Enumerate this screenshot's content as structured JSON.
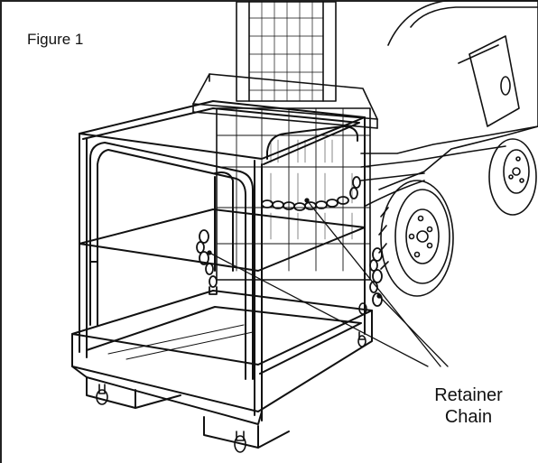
{
  "figure": {
    "label": "Figure 1"
  },
  "callout": {
    "line1": "Retainer",
    "line2": "Chain"
  }
}
